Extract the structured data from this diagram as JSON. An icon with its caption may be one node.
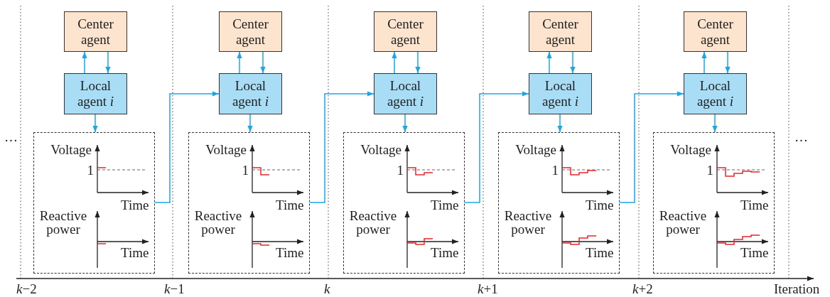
{
  "diagram": {
    "nodes": [
      {
        "text": [
          "Center agent"
        ]
      },
      {
        "text": [
          "Local agent *i*"
        ]
      },
      {
        "text": [
          "Voltage",
          "1",
          "Time",
          "Reactive power",
          "Time"
        ]
      },
      {
        "text": [
          "Center agent"
        ]
      },
      {
        "text": [
          "Local agent *i*"
        ]
      },
      {
        "text": [
          "Voltage",
          "1",
          "Time",
          "Reactive power",
          "Time"
        ]
      },
      {
        "text": [
          "Center agent"
        ]
      },
      {
        "text": [
          "Local agent *i*"
        ]
      },
      {
        "text": [
          "Voltage",
          "1",
          "Time",
          "Reactive power",
          "Time"
        ]
      },
      {
        "text": [
          "Center agent"
        ]
      },
      {
        "text": [
          "Local agent *i*"
        ]
      },
      {
        "text": [
          "Voltage",
          "1",
          "Time",
          "Reactive power",
          "Time"
        ]
      },
      {
        "text": [
          "Center agent"
        ]
      },
      {
        "text": [
          "Local agent *i*"
        ]
      },
      {
        "text": [
          "Voltage",
          "1",
          "Time",
          "Reactive power",
          "Time"
        ]
      }
    ],
    "edges": [
      {
        "from": 1,
        "to": 0,
        "arrow": "to"
      },
      {
        "from": 0,
        "to": 1,
        "arrow": "to"
      },
      {
        "from": 1,
        "to": 2,
        "arrow": "to"
      },
      {
        "from": 2,
        "to": 4,
        "arrow": "to"
      },
      {
        "from": 4,
        "to": 3,
        "arrow": "to"
      },
      {
        "from": 3,
        "to": 4,
        "arrow": "to"
      },
      {
        "from": 4,
        "to": 5,
        "arrow": "to"
      },
      {
        "from": 5,
        "to": 7,
        "arrow": "to"
      },
      {
        "from": 7,
        "to": 6,
        "arrow": "to"
      },
      {
        "from": 6,
        "to": 7,
        "arrow": "to"
      },
      {
        "from": 7,
        "to": 8,
        "arrow": "to"
      },
      {
        "from": 8,
        "to": 10,
        "arrow": "to"
      },
      {
        "from": 10,
        "to": 9,
        "arrow": "to"
      },
      {
        "from": 9,
        "to": 10,
        "arrow": "to"
      },
      {
        "from": 10,
        "to": 11,
        "arrow": "to"
      },
      {
        "from": 11,
        "to": 13,
        "arrow": "to"
      },
      {
        "from": 13,
        "to": 12,
        "arrow": "to"
      },
      {
        "from": 12,
        "to": 13,
        "arrow": "to"
      },
      {
        "from": 13,
        "to": 14,
        "arrow": "to"
      }
    ],
    "labels": [
      "…",
      "…",
      "*k*−2",
      "*k*−1",
      "*k*",
      "*k*+1",
      "*k*+2",
      "Iteration"
    ]
  }
}
